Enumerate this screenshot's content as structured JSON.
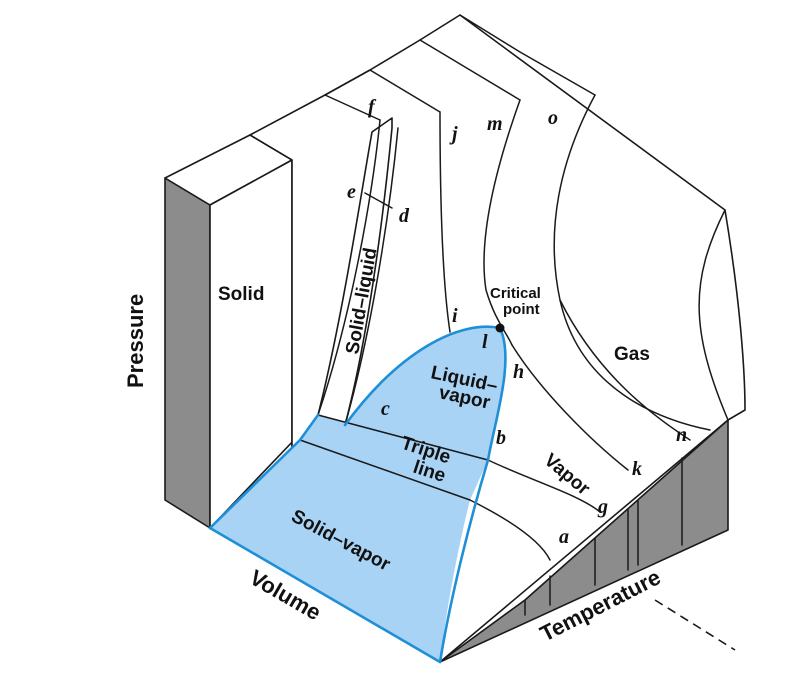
{
  "axes": {
    "pressure": "Pressure",
    "volume": "Volume",
    "temperature": "Temperature"
  },
  "regions": {
    "solid": "Solid",
    "solid_liquid": "Solid–liquid",
    "liquid_vapor_line1": "Liquid–",
    "liquid_vapor_line2": "vapor",
    "triple_line1": "Triple",
    "triple_line2": "line",
    "solid_vapor": "Solid–vapor",
    "vapor": "Vapor",
    "gas": "Gas",
    "critical_point_line1": "Critical",
    "critical_point_line2": "point"
  },
  "point_labels": {
    "a": "a",
    "b": "b",
    "c": "c",
    "d": "d",
    "e": "e",
    "f": "f",
    "g": "g",
    "h": "h",
    "i": "i",
    "j": "j",
    "k": "k",
    "l": "l",
    "m": "m",
    "n": "n",
    "o": "o"
  },
  "colors": {
    "two_phase_fill": "#a9d3f5",
    "two_phase_edge": "#1f8fd6",
    "side_face": "#8c8c8c"
  }
}
